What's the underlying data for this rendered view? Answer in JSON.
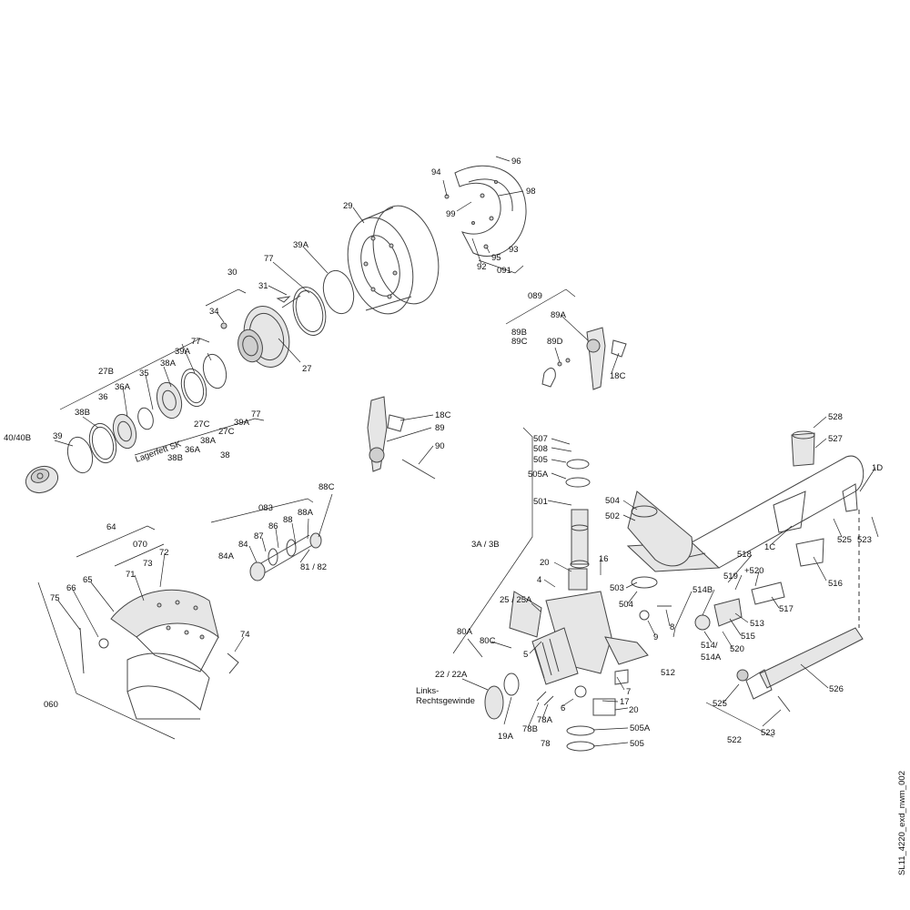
{
  "drawing_id": "SL11_4220_exd_nwm_002",
  "callouts": {
    "p96": "96",
    "p94": "94",
    "p98": "98",
    "p99": "99",
    "p29": "29",
    "p95": "95",
    "p93": "93",
    "p92": "92",
    "p091": "091",
    "p39A_top": "39A",
    "p77_top": "77",
    "p30": "30",
    "p31": "31",
    "p34": "34",
    "p27": "27",
    "p089": "089",
    "p89A": "89A",
    "p89B": "89B",
    "p89C": "89C",
    "p89D": "89D",
    "p18C_top": "18C",
    "p27B": "27B",
    "p35": "35",
    "p38A_a": "38A",
    "p39A_b": "39A",
    "p77_b": "77",
    "p36A_a": "36A",
    "p36": "36",
    "p38B_a": "38B",
    "p40": "40/40B",
    "p39": "39",
    "p77_c": "77",
    "p39A_c": "39A",
    "p27C_a": "27C",
    "p38A_b": "38A",
    "p27C_b": "27C",
    "p36A_b": "36A",
    "p38B_b": "38B",
    "p38": "38",
    "lagerfett": "Lagerfett SK",
    "p18C_mid": "18C",
    "p89": "89",
    "p90": "90",
    "p88C": "88C",
    "p083": "083",
    "p88A": "88A",
    "p88": "88",
    "p86": "86",
    "p87": "87",
    "p84": "84",
    "p84A": "84A",
    "p81": "81 / 82",
    "p64": "64",
    "p070": "070",
    "p72": "72",
    "p73": "73",
    "p71": "71",
    "p65": "65",
    "p66": "66",
    "p75": "75",
    "p74": "74",
    "p060": "060",
    "p528": "528",
    "p527": "527",
    "p1D": "1D",
    "p525_a": "525",
    "p523_a": "523",
    "p1C": "1C",
    "p516": "516",
    "p507": "507",
    "p508": "508",
    "p505_a": "505",
    "p505A_a": "505A",
    "p501": "501",
    "p504_a": "504",
    "p502": "502",
    "p3A": "3A / 3B",
    "p20_a": "20",
    "p16": "16",
    "p4": "4",
    "p503": "503",
    "p504_b": "504",
    "p518": "518",
    "p519": "519",
    "p520_a": "+520",
    "p514B": "514B",
    "p517": "517",
    "p513": "513",
    "p515": "515",
    "p514": "514/",
    "p514A": "514A",
    "p520_b": "520",
    "p512": "512",
    "p9": "9",
    "p8": "8",
    "p25": "25 / 25A",
    "p5": "5",
    "p80A": "80A",
    "p80C": "80C",
    "p22": "22 / 22A",
    "links": "Links-",
    "rechts": "Rechtsgewinde",
    "p7": "7",
    "p6": "6",
    "p17": "17",
    "p20_b": "20",
    "p19A": "19A",
    "p78B": "78B",
    "p78A": "78A",
    "p78": "78",
    "p505A_b": "505A",
    "p505_b": "505",
    "p525_b": "525",
    "p526": "526",
    "p523_b": "523",
    "p522": "522"
  }
}
